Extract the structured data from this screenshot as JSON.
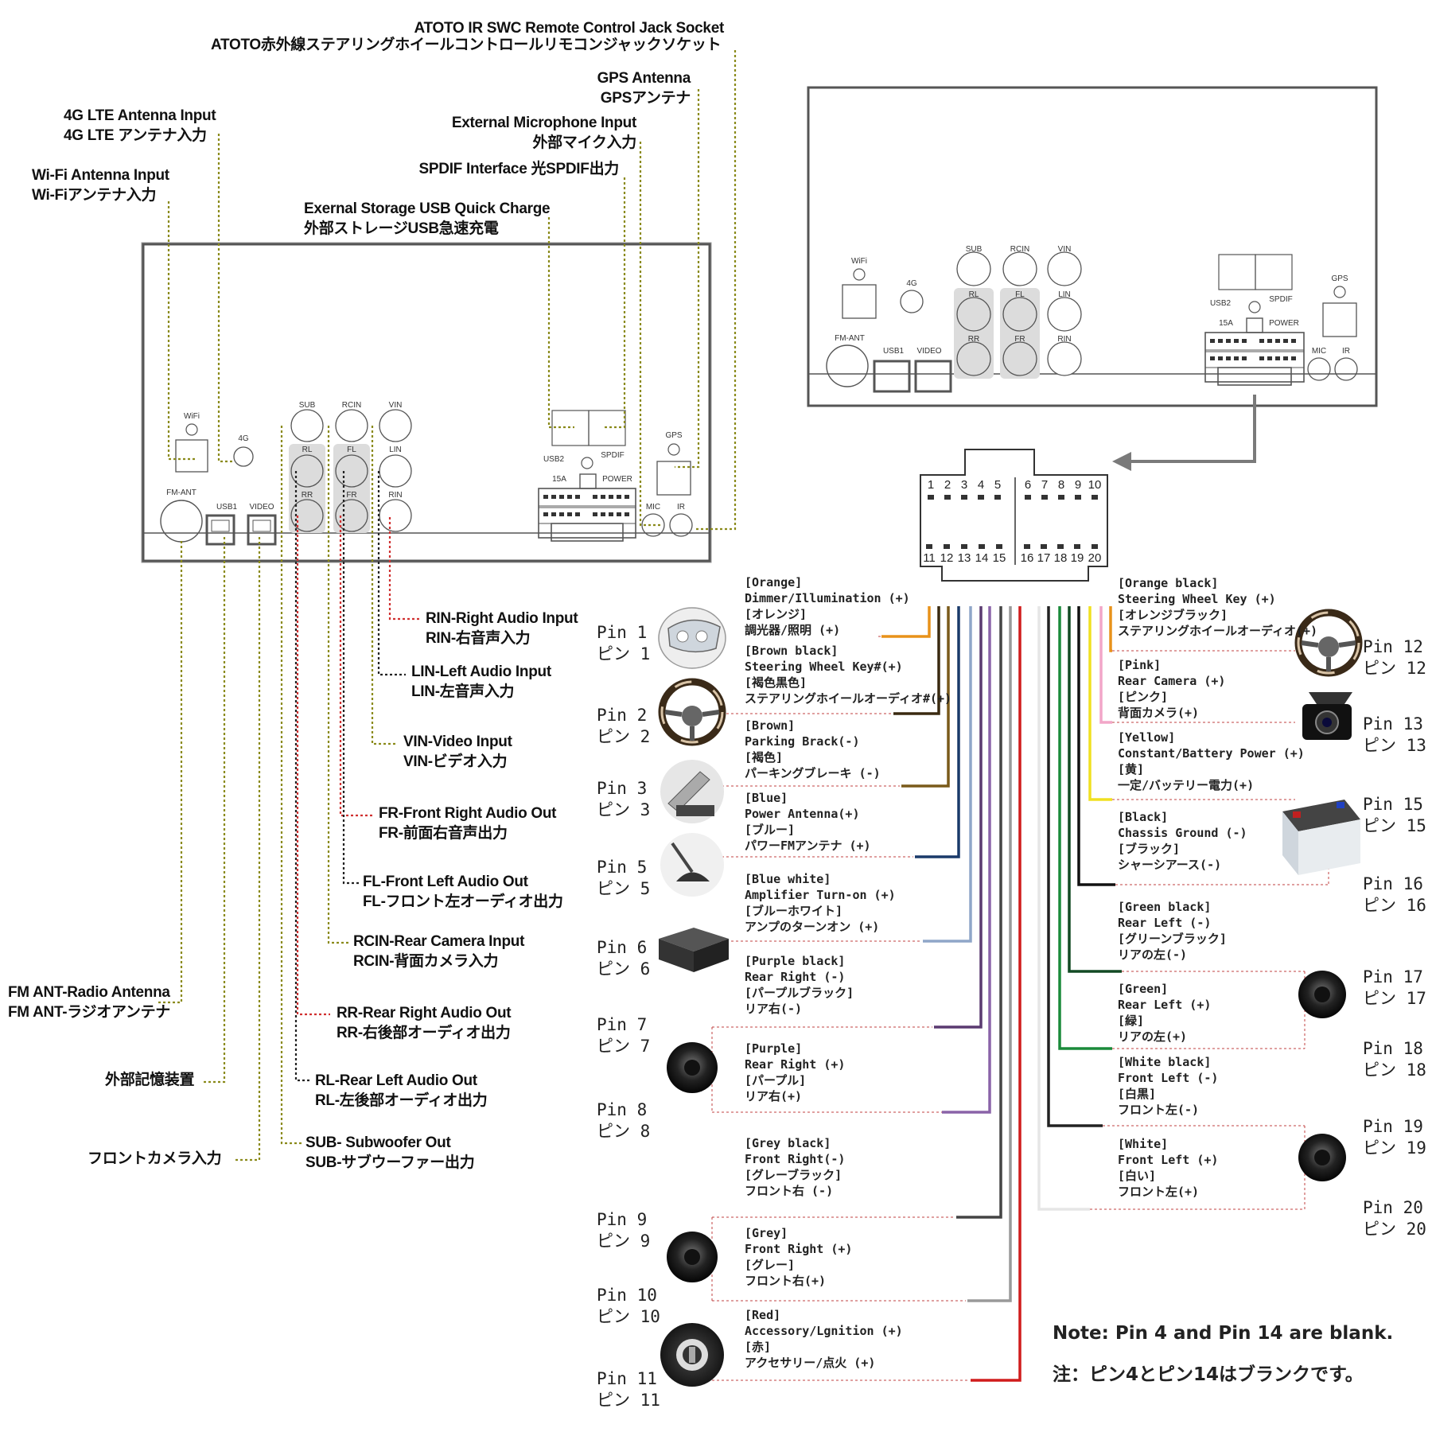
{
  "left_callouts": {
    "ir_swc": {
      "en": "ATOTO IR SWC Remote Control Jack Socket",
      "jp": "ATOTO赤外線ステアリングホイールコントロールリモコンジャックソケット"
    },
    "gps": {
      "en": "GPS Antenna",
      "jp": "GPSアンテナ"
    },
    "lte": {
      "en": "4G LTE Antenna Input",
      "jp": "4G LTE アンテナ入力"
    },
    "mic": {
      "en": "External Microphone Input",
      "jp": "外部マイク入力"
    },
    "wifi": {
      "en": "Wi-Fi Antenna Input",
      "jp": "Wi-Fiアンテナ入力"
    },
    "spdif": {
      "en": "SPDIF Interface  光SPDIF出力"
    },
    "usb_storage": {
      "en": "Exernal Storage USB Quick Charge",
      "jp": "外部ストレージUSB急速充電"
    },
    "rin": {
      "en": "RIN-Right Audio Input",
      "jp": "RIN-右音声入力"
    },
    "lin": {
      "en": "LIN-Left Audio Input",
      "jp": "LIN-左音声入力"
    },
    "vin": {
      "en": "VIN-Video Input",
      "jp": "VIN-ビデオ入力"
    },
    "fr": {
      "en": "FR-Front Right Audio Out",
      "jp": "FR-前面右音声出力"
    },
    "fl": {
      "en": "FL-Front Left Audio Out",
      "jp": "FL-フロント左オーディオ出力"
    },
    "rcin": {
      "en": "RCIN-Rear Camera Input",
      "jp": "RCIN-背面カメラ入力"
    },
    "fm": {
      "en": "FM ANT-Radio Antenna",
      "jp": "FM ANT-ラジオアンテナ"
    },
    "rr": {
      "en": "RR-Rear Right Audio Out",
      "jp": "RR-右後部オーディオ出力"
    },
    "ext_storage_jp": "外部記憶装置",
    "rl": {
      "en": "RL-Rear Left Audio Out",
      "jp": "RL-左後部オーディオ出力"
    },
    "front_cam_jp": "フロントカメラ入力",
    "sub": {
      "en": "SUB- Subwoofer Out",
      "jp": "SUB-サブウーファー出力"
    }
  },
  "panel_labels": {
    "wifi": "WiFi",
    "lte": "4G",
    "fm": "FM-ANT",
    "usb1": "USB1",
    "video": "VIDEO",
    "sub": "SUB",
    "rcin": "RCIN",
    "vin": "VIN",
    "rl": "RL",
    "fl": "FL",
    "lin": "LIN",
    "rr": "RR",
    "fr": "FR",
    "rin": "RIN",
    "usb2": "USB2",
    "spdif": "SPDIF",
    "fuse": "15A",
    "power": "POWER",
    "gps": "GPS",
    "mic": "MIC",
    "ir": "IR"
  },
  "connector": {
    "top_pins": [
      "1",
      "2",
      "3",
      "4",
      "5",
      "6",
      "7",
      "8",
      "9",
      "10"
    ],
    "bottom_pins": [
      "11",
      "12",
      "13",
      "14",
      "15",
      "16",
      "17",
      "18",
      "19",
      "20"
    ]
  },
  "pins_left": [
    {
      "en": "Pin 1",
      "jp": "ピン 1"
    },
    {
      "en": "Pin 2",
      "jp": "ピン 2"
    },
    {
      "en": "Pin 3",
      "jp": "ピン 3"
    },
    {
      "en": "Pin 5",
      "jp": "ピン 5"
    },
    {
      "en": "Pin 6",
      "jp": "ピン 6"
    },
    {
      "en": "Pin 7",
      "jp": "ピン 7"
    },
    {
      "en": "Pin 8",
      "jp": "ピン 8"
    },
    {
      "en": "Pin 9",
      "jp": "ピン 9"
    },
    {
      "en": "Pin 10",
      "jp": "ピン 10"
    },
    {
      "en": "Pin 11",
      "jp": "ピン 11"
    }
  ],
  "pins_right": [
    {
      "en": "Pin 12",
      "jp": "ピン 12"
    },
    {
      "en": "Pin 13",
      "jp": "ピン 13"
    },
    {
      "en": "Pin 15",
      "jp": "ピン 15"
    },
    {
      "en": "Pin 16",
      "jp": "ピン 16"
    },
    {
      "en": "Pin 17",
      "jp": "ピン 17"
    },
    {
      "en": "Pin 18",
      "jp": "ピン 18"
    },
    {
      "en": "Pin 19",
      "jp": "ピン 19"
    },
    {
      "en": "Pin 20",
      "jp": "ピン 20"
    }
  ],
  "wires_left": [
    {
      "l1": "[Orange]",
      "l2": "Dimmer/Illumination (+)",
      "l3": "[オレンジ]",
      "l4": "調光器/照明 (+)",
      "color": "#e8921a"
    },
    {
      "l1": "[Brown black]",
      "l2": "Steering Wheel Key#(+)",
      "l3": "[褐色黒色]",
      "l4": "ステアリングホイールオーディオ#(+)",
      "color": "#3a2a10"
    },
    {
      "l1": "[Brown]",
      "l2": "Parking Brack(-)",
      "l3": "[褐色]",
      "l4": "パーキングブレーキ (-)",
      "color": "#7a5a1a"
    },
    {
      "l1": "[Blue]",
      "l2": "Power Antenna(+)",
      "l3": "[ブルー]",
      "l4": "パワーFMアンテナ (+)",
      "color": "#1a3a6a"
    },
    {
      "l1": "[Blue white]",
      "l2": "Amplifier Turn-on (+)",
      "l3": "[ブルーホワイト]",
      "l4": "アンプのターンオン (+)",
      "color": "#8fa6c8"
    },
    {
      "l1": "[Purple black]",
      "l2": "Rear Right (-)",
      "l3": "[パープルブラック]",
      "l4": "リア右(-)",
      "color": "#5a3a70"
    },
    {
      "l1": "[Purple]",
      "l2": "Rear Right (+)",
      "l3": "[パープル]",
      "l4": "リア右(+)",
      "color": "#8a63a8"
    },
    {
      "l1": "[Grey black]",
      "l2": "Front Right(-)",
      "l3": "[グレーブラック]",
      "l4": "フロント右 (-)",
      "color": "#444444"
    },
    {
      "l1": "[Grey]",
      "l2": "Front Right (+)",
      "l3": "[グレー]",
      "l4": "フロント右(+)",
      "color": "#999999"
    },
    {
      "l1": "[Red]",
      "l2": "Accessory/Lgnition (+)",
      "l3": "[赤]",
      "l4": "アクセサリー/点火 (+)",
      "color": "#d01c1c"
    }
  ],
  "wires_right": [
    {
      "l1": "[Orange black]",
      "l2": "Steering Wheel Key (+)",
      "l3": "[オレンジブラック]",
      "l4": "ステアリングホイールオーディオ(+)",
      "color": "#e8921a"
    },
    {
      "l1": "[Pink]",
      "l2": "Rear Camera (+)",
      "l3": "[ピンク]",
      "l4": "背面カメラ(+)",
      "color": "#f2a6c8"
    },
    {
      "l1": "[Yellow]",
      "l2": "Constant/Battery Power (+)",
      "l3": "[黄]",
      "l4": "一定/バッテリー電力(+)",
      "color": "#f0e020"
    },
    {
      "l1": "[Black]",
      "l2": "Chassis Ground (-)",
      "l3": "[ブラック]",
      "l4": "シャーシアース(-)",
      "color": "#111111"
    },
    {
      "l1": "[Green black]",
      "l2": "Rear Left (-)",
      "l3": "[グリーンブラック]",
      "l4": "リアの左(-)",
      "color": "#124a24"
    },
    {
      "l1": "[Green]",
      "l2": "Rear Left (+)",
      "l3": "[緑]",
      "l4": "リアの左(+)",
      "color": "#1a8a3a"
    },
    {
      "l1": "[White black]",
      "l2": "Front Left (-)",
      "l3": "[白黒]",
      "l4": "フロント左(-)",
      "color": "#222222"
    },
    {
      "l1": "[White]",
      "l2": "Front Left (+)",
      "l3": "[白い]",
      "l4": "フロント左(+)",
      "color": "#e6e6e6"
    }
  ],
  "note": {
    "en": "Note: Pin 4 and Pin 14 are blank.",
    "jp": "注：ピン4とピン14はブランクです。"
  },
  "colors": {
    "leader_olive": "#8a8a1a",
    "leader_red": "#d03030",
    "leader_black": "#222222",
    "arrow_grey": "#7a7a7a"
  },
  "icons": [
    "headlight-icon",
    "steering-wheel-icon",
    "parking-brake-icon",
    "antenna-icon",
    "amplifier-icon",
    "speaker-icon",
    "ignition-icon",
    "rear-camera-icon",
    "battery-icon"
  ]
}
